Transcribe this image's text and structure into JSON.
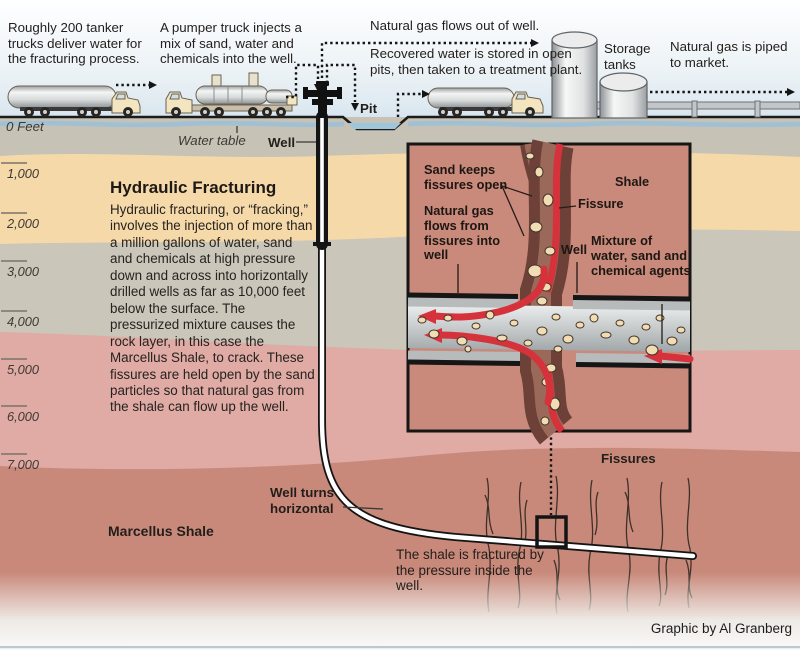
{
  "surface": {
    "tanker_note": "Roughly 200 tanker trucks deliver water for the fracturing process.",
    "pumper_note": "A pumper truck injects a mix of sand, water and chemicals into the well.",
    "gas_out_note": "Natural gas flows out of well.",
    "recovered_note": "Recovered water is stored in open pits, then taken to a treatment plant.",
    "storage_tanks_label": "Storage tanks",
    "piped_note": "Natural gas is piped to market.",
    "pit_label": "Pit",
    "water_table_label": "Water table",
    "well_label": "Well"
  },
  "scale": {
    "zero_label": "0 Feet",
    "ticks": [
      "1,000",
      "2,000",
      "3,000",
      "4,000",
      "5,000",
      "6,000",
      "7,000"
    ]
  },
  "intro": {
    "title": "Hydraulic Fracturing",
    "body": "Hydraulic fracturing, or “fracking,” involves the injection of more than a million gallons of water, sand and chemicals at high pressure down and across into horizontally drilled wells as far as 10,000 feet below the surface. The pressurized mixture causes the rock layer, in this case the Marcellus Shale, to crack. These fissures are held open by the sand particles so that natural gas from the shale can flow up the well."
  },
  "inset": {
    "sand_label": "Sand keeps fissures open",
    "shale_label": "Shale",
    "fissure_label": "Fissure",
    "gas_flow_label": "Natural gas flows from fissures into well",
    "well_label": "Well",
    "mixture_label": "Mixture of water, sand and chemical agents"
  },
  "deep": {
    "well_turns_label": "Well turns horizontal",
    "marcellus_label": "Marcellus Shale",
    "fractured_note": "The shale is fractured by the pressure inside the well.",
    "fissures_label": "Fissures"
  },
  "credit": "Graphic by Al Granberg",
  "colors": {
    "sky_bottom": "#dde9f1",
    "topsoil_grey": "#c6c2b6",
    "water_table_blue": "#9ac0d8",
    "sand_tan": "#f6d9a8",
    "mid_grey": "#cac6b9",
    "pink_rock": "#dfaba4",
    "marcellus_salmon": "#c8897a",
    "inset_bg": "#c9897b",
    "fissure_dark": "#6d4138",
    "fissure_mid": "#9a695a",
    "gas_red": "#d5323b",
    "sand_particle": "#f0ddb3"
  }
}
